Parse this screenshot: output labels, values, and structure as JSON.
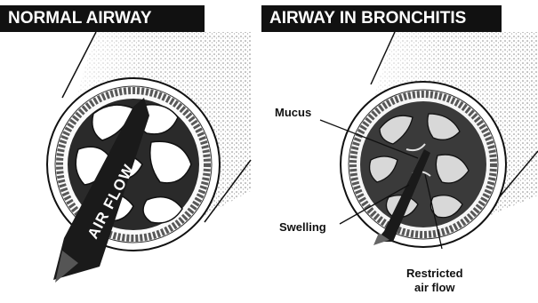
{
  "left_panel": {
    "title": "NORMAL AIRWAY",
    "airflow_label": "AIR FLOW"
  },
  "right_panel": {
    "title": "AIRWAY IN BRONCHITIS",
    "labels": {
      "mucus": "Mucus",
      "swelling": "Swelling",
      "restricted_line1": "Restricted",
      "restricted_line2": "air flow"
    }
  },
  "colors": {
    "ink": "#111111",
    "paper": "#ffffff",
    "stipple": "#8a8a8a"
  }
}
